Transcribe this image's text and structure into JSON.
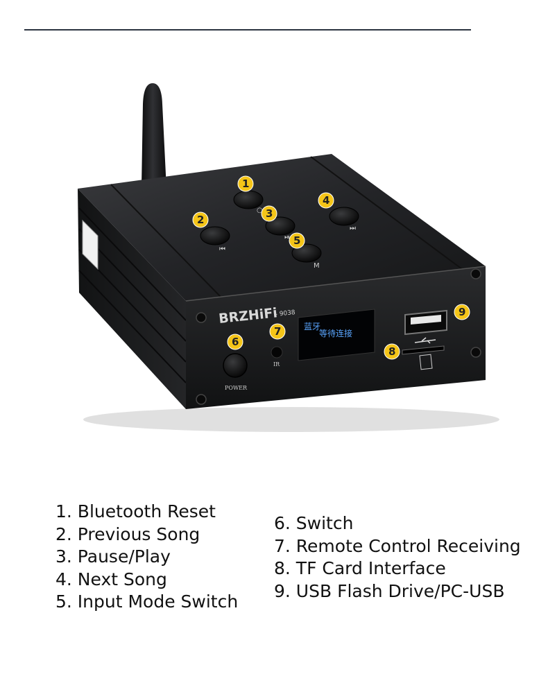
{
  "device": {
    "brand": "BRZHiFi",
    "model": "- 9038",
    "screen_line1": "蓝牙",
    "screen_line2": "等待连接",
    "power_label": "POWER",
    "ir_label": "IR",
    "colors": {
      "body": "#1b1c1e",
      "button": "#0c0c0d",
      "marker": "#f5c518",
      "screen_text": "#5aa6ff"
    }
  },
  "markers": [
    "1",
    "2",
    "3",
    "4",
    "5",
    "6",
    "7",
    "8",
    "9"
  ],
  "legend_left": [
    "1. Bluetooth Reset",
    "2. Previous Song",
    "3. Pause/Play",
    "4. Next Song",
    "5. Input Mode Switch"
  ],
  "legend_right": [
    "6. Switch",
    "7. Remote Control Receiving",
    "8. TF Card Interface",
    "9. USB Flash Drive/PC-USB"
  ]
}
